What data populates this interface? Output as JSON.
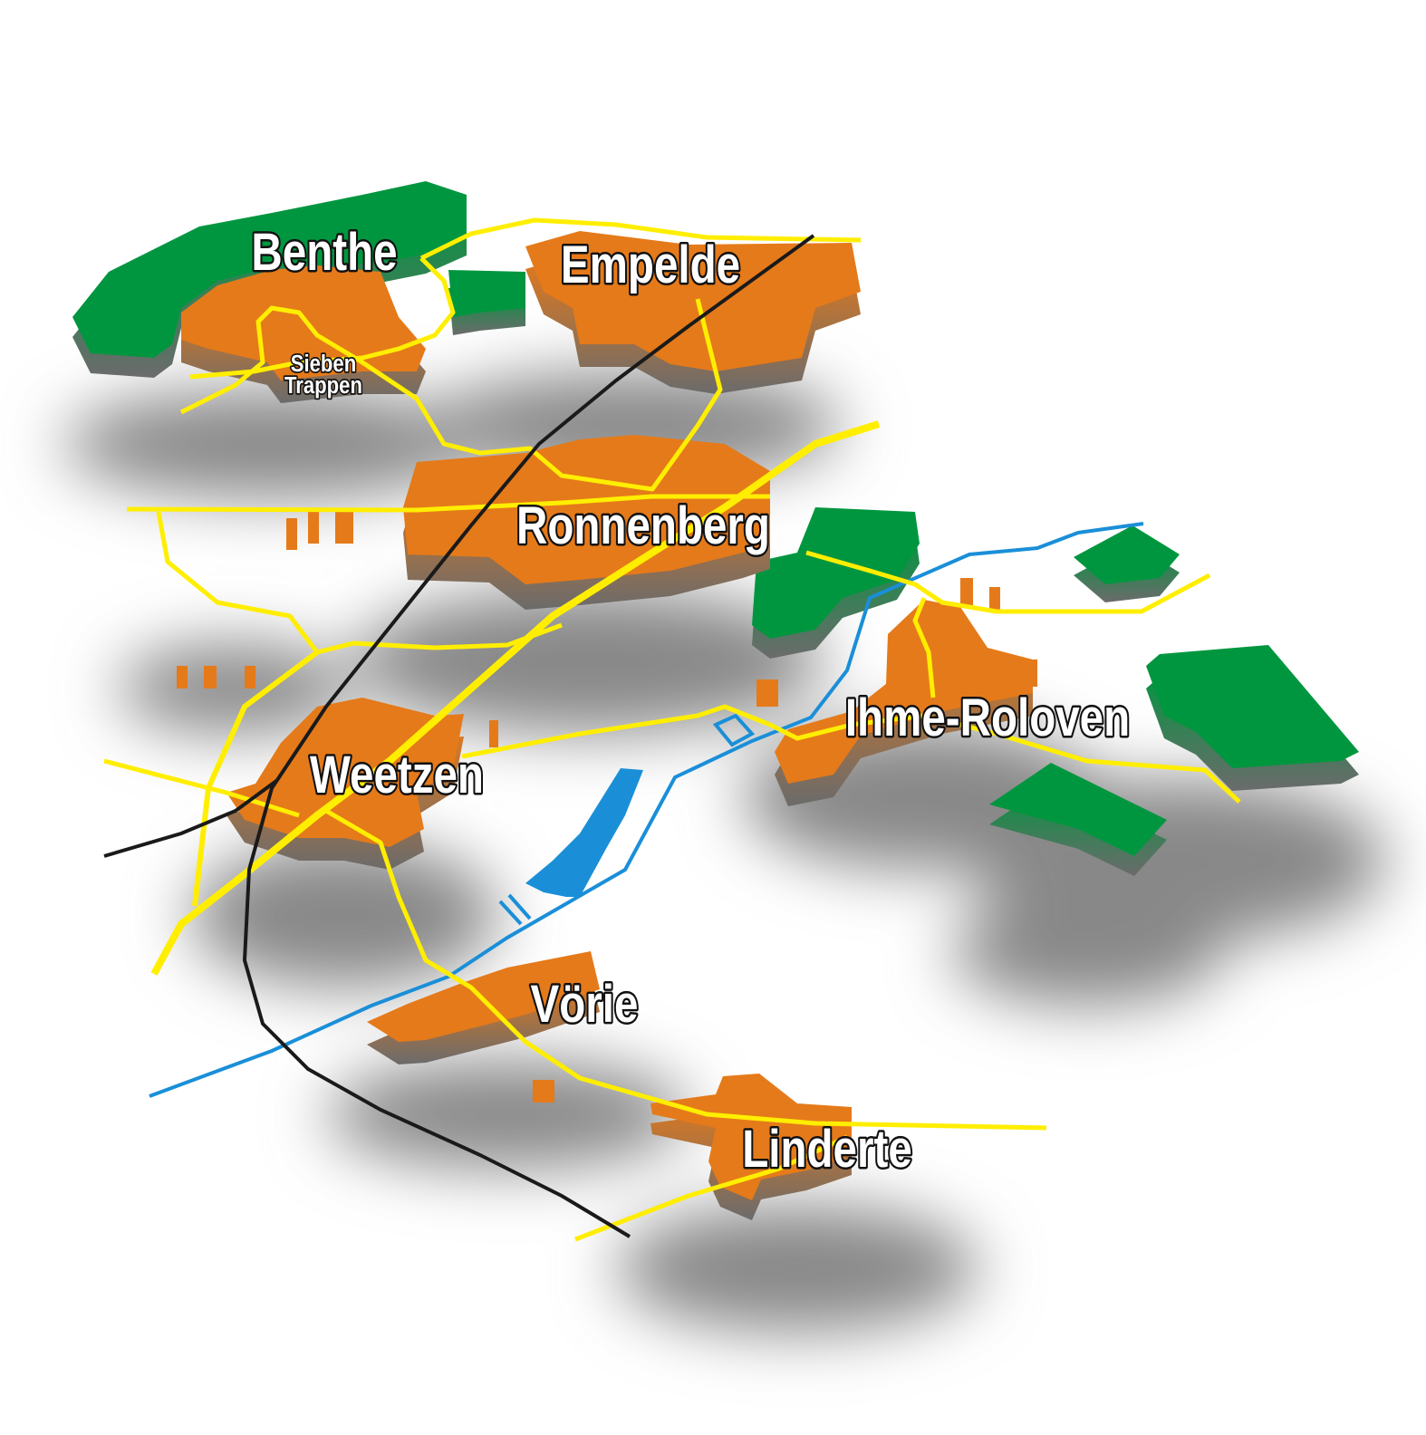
{
  "colors": {
    "settlement": "#e57a1a",
    "forest": "#00963f",
    "road": "#ffee00",
    "railway": "#1a1a1a",
    "water": "#1a8fd8",
    "shadow": "#7a7a7a"
  },
  "places": {
    "benthe": "Benthe",
    "empelde": "Empelde",
    "sieben": "Sieben",
    "trappen": "Trappen",
    "ronnenberg": "Ronnenberg",
    "ihme_roloven": "Ihme-Roloven",
    "weetzen": "Weetzen",
    "voerie": "Vörie",
    "linderte": "Linderte"
  }
}
